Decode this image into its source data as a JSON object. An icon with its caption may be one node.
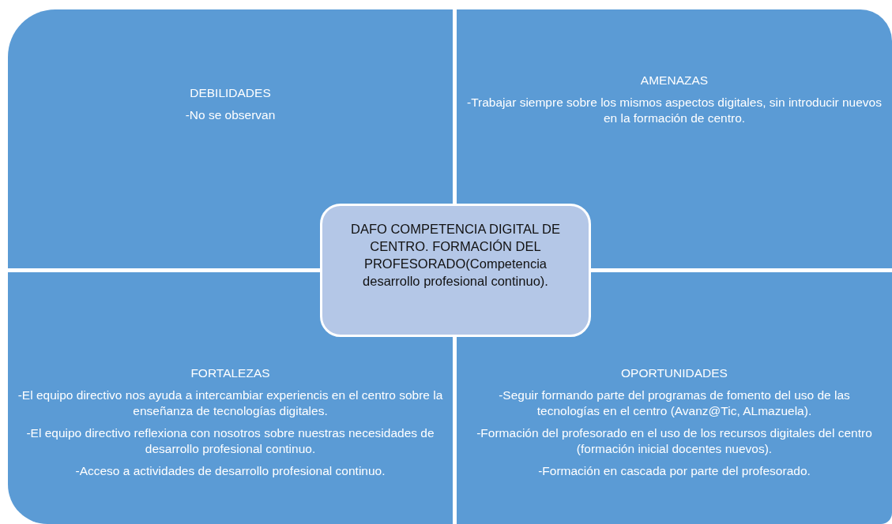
{
  "diagram": {
    "nodes": [
      {
        "text": [
          "DEBILIDADES",
          "-No se observan"
        ]
      },
      {
        "text": [
          "AMENAZAS",
          "-Trabajar siempre sobre los mismos aspectos digitales, sin introducir nuevos en la formación de centro."
        ]
      },
      {
        "text": [
          "DAFO COMPETENCIA DIGITAL DE CENTRO. FORMACIÓN DEL PROFESORADO(Competencia desarrollo profesional continuo)."
        ]
      },
      {
        "text": [
          "FORTALEZAS",
          "-El equipo directivo nos ayuda a intercambiar experiencis en el centro sobre la enseñanza de tecnologías digitales.",
          "-El equipo directivo reflexiona con nosotros sobre nuestras necesidades de desarrollo profesional continuo.",
          "-Acceso a actividades de desarrollo profesional continuo."
        ]
      },
      {
        "text": [
          "OPORTUNIDADES",
          "-Seguir formando parte del programas de fomento del uso de las tecnologías en el centro (Avanz@Tic, ALmazuela).",
          "-Formación del profesorado en el uso de los recursos digitales del centro (formación inicial docentes nuevos).",
          "-Formación en cascada por parte del profesorado."
        ]
      }
    ],
    "edges": []
  }
}
